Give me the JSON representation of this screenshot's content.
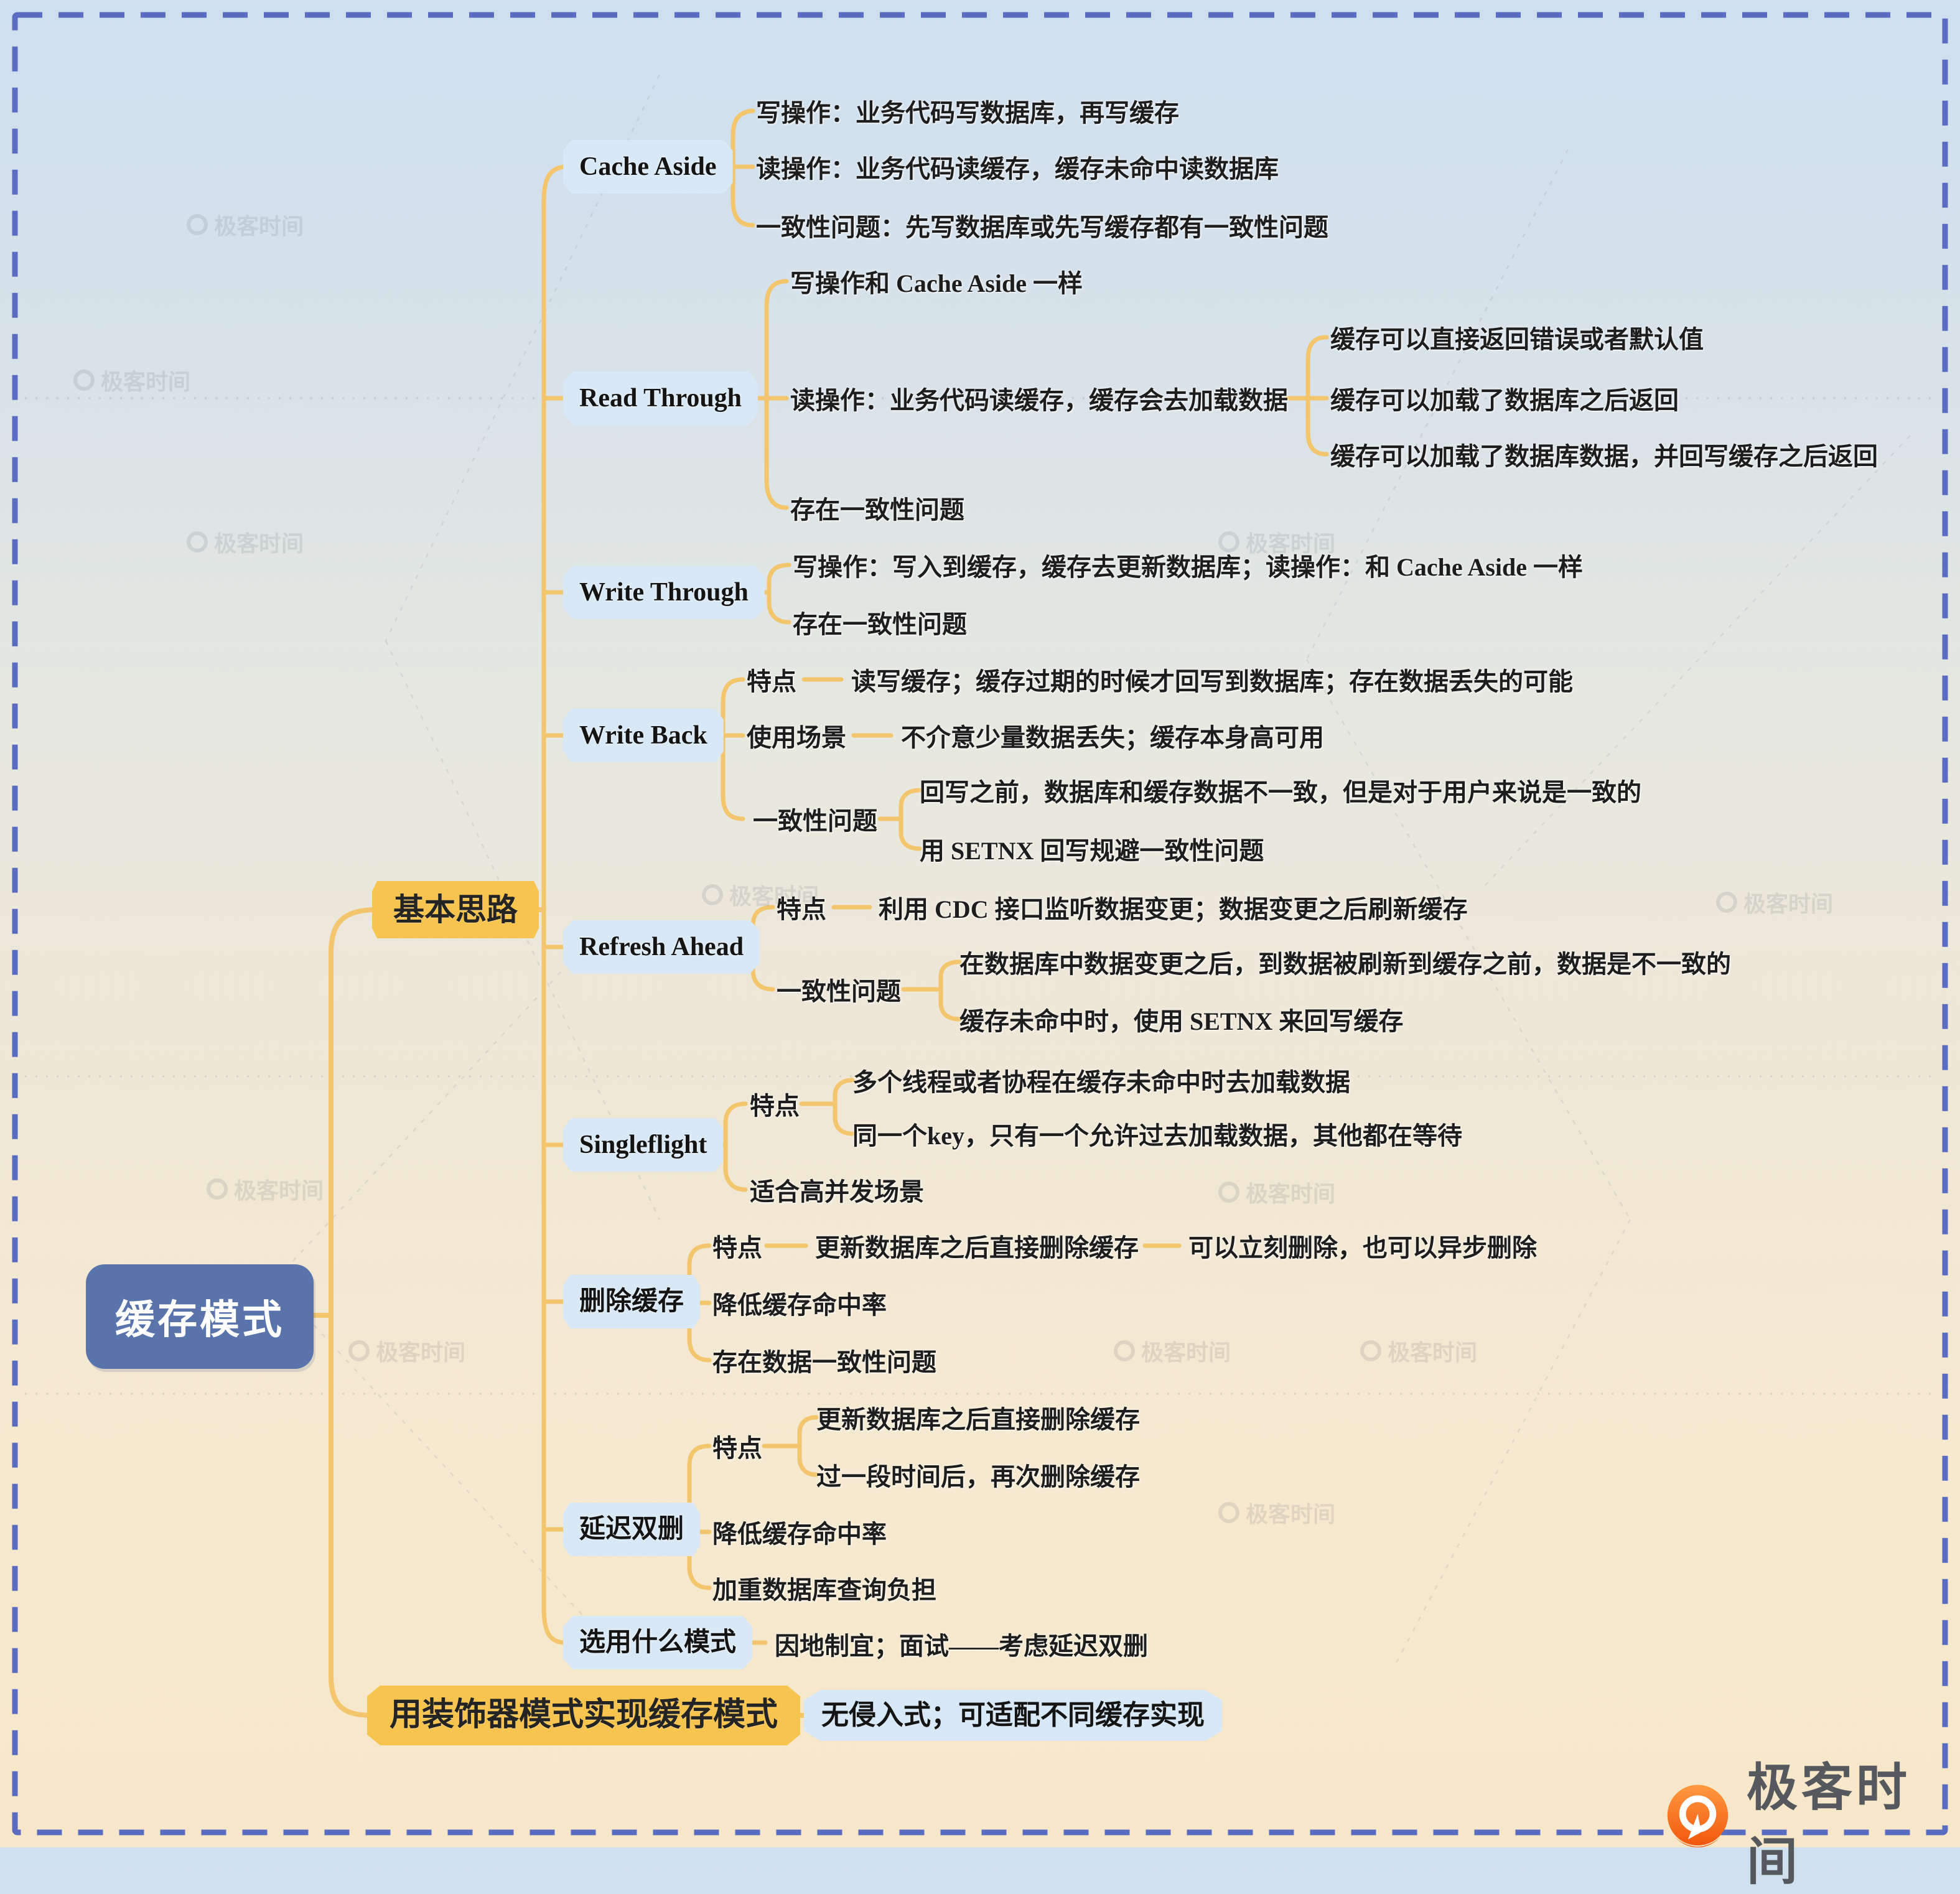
{
  "root": {
    "label": "缓存模式"
  },
  "branches": [
    {
      "label": "基本思路",
      "children": [
        {
          "label": "Cache Aside",
          "children": [
            {
              "label": "写操作：业务代码写数据库，再写缓存"
            },
            {
              "label": "读操作：业务代码读缓存，缓存未命中读数据库"
            },
            {
              "label": "一致性问题：先写数据库或先写缓存都有一致性问题"
            }
          ]
        },
        {
          "label": "Read Through",
          "children": [
            {
              "label": "写操作和 Cache Aside 一样"
            },
            {
              "label": "读操作：业务代码读缓存，缓存会去加载数据",
              "children": [
                {
                  "label": "缓存可以直接返回错误或者默认值"
                },
                {
                  "label": "缓存可以加载了数据库之后返回"
                },
                {
                  "label": "缓存可以加载了数据库数据，并回写缓存之后返回"
                }
              ]
            },
            {
              "label": "存在一致性问题"
            }
          ]
        },
        {
          "label": "Write Through",
          "children": [
            {
              "label": "写操作：写入到缓存，缓存去更新数据库；读操作：和 Cache Aside 一样"
            },
            {
              "label": "存在一致性问题"
            }
          ]
        },
        {
          "label": "Write Back",
          "children": [
            {
              "label": "特点",
              "children": [
                {
                  "label": "读写缓存；缓存过期的时候才回写到数据库；存在数据丢失的可能"
                }
              ]
            },
            {
              "label": "使用场景",
              "children": [
                {
                  "label": "不介意少量数据丢失；缓存本身高可用"
                }
              ]
            },
            {
              "label": "一致性问题",
              "children": [
                {
                  "label": "回写之前，数据库和缓存数据不一致，但是对于用户来说是一致的"
                },
                {
                  "label": "用 SETNX 回写规避一致性问题"
                }
              ]
            }
          ]
        },
        {
          "label": "Refresh Ahead",
          "children": [
            {
              "label": "特点",
              "children": [
                {
                  "label": "利用 CDC 接口监听数据变更；数据变更之后刷新缓存"
                }
              ]
            },
            {
              "label": "一致性问题",
              "children": [
                {
                  "label": "在数据库中数据变更之后，到数据被刷新到缓存之前，数据是不一致的"
                },
                {
                  "label": "缓存未命中时，使用 SETNX 来回写缓存"
                }
              ]
            }
          ]
        },
        {
          "label": "Singleflight",
          "children": [
            {
              "label": "特点",
              "children": [
                {
                  "label": "多个线程或者协程在缓存未命中时去加载数据"
                },
                {
                  "label": "同一个key，只有一个允许过去加载数据，其他都在等待"
                }
              ]
            },
            {
              "label": "适合高并发场景"
            }
          ]
        },
        {
          "label": "删除缓存",
          "children": [
            {
              "label": "特点",
              "children": [
                {
                  "label": "更新数据库之后直接删除缓存",
                  "children": [
                    {
                      "label": "可以立刻删除，也可以异步删除"
                    }
                  ]
                }
              ]
            },
            {
              "label": "降低缓存命中率"
            },
            {
              "label": "存在数据一致性问题"
            }
          ]
        },
        {
          "label": "延迟双删",
          "children": [
            {
              "label": "特点",
              "children": [
                {
                  "label": "更新数据库之后直接删除缓存"
                },
                {
                  "label": "过一段时间后，再次删除缓存"
                }
              ]
            },
            {
              "label": "降低缓存命中率"
            },
            {
              "label": "加重数据库查询负担"
            }
          ]
        },
        {
          "label": "选用什么模式",
          "children": [
            {
              "label": "因地制宜；面试——考虑延迟双删"
            }
          ]
        }
      ]
    },
    {
      "label": "用装饰器模式实现缓存模式",
      "children": [
        {
          "label": "无侵入式；可适配不同缓存实现"
        }
      ]
    }
  ],
  "watermark": {
    "text": "极客时间"
  },
  "brand": {
    "text": "极客时间"
  },
  "colors": {
    "connector": "#f3c56c",
    "root_bg": "#5974ab",
    "branch_bg": "#f6c44f",
    "pill_bg": "#d8e8f6",
    "border": "#5a6cc2",
    "brand_orange": "#f1570e"
  }
}
